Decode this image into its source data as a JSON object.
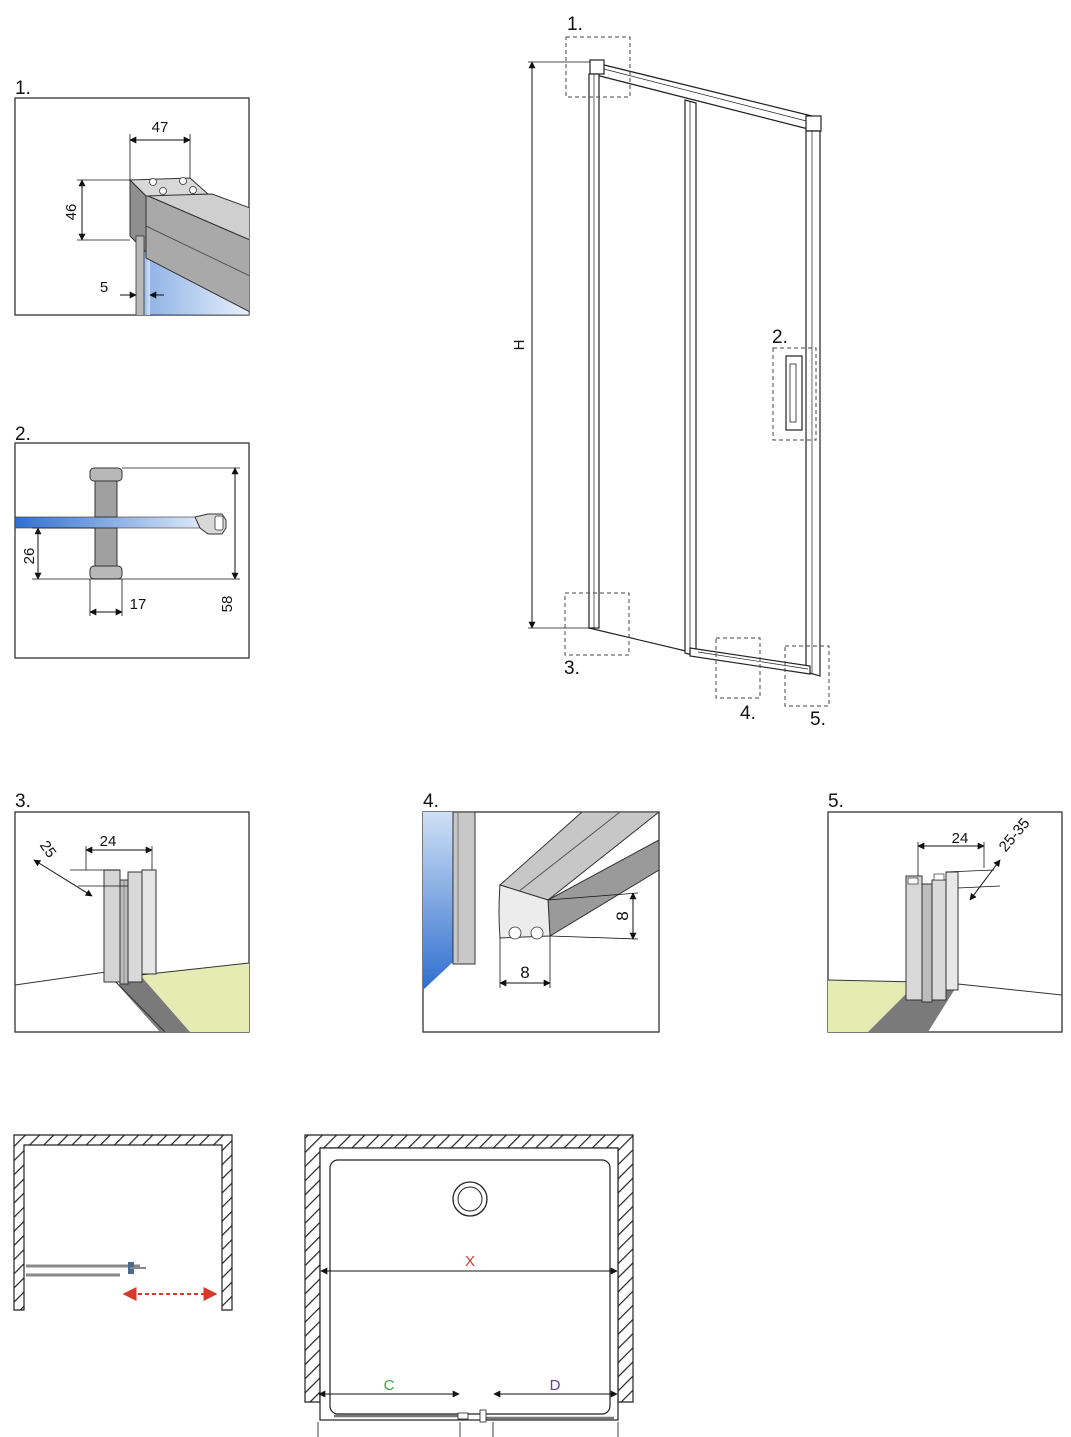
{
  "overview": {
    "callouts": [
      "1.",
      "2.",
      "3.",
      "4.",
      "5."
    ],
    "height_label": "H"
  },
  "details": [
    {
      "label": "1.",
      "dims": [
        "47",
        "46",
        "5"
      ]
    },
    {
      "label": "2.",
      "dims": [
        "26",
        "17",
        "58"
      ]
    },
    {
      "label": "3.",
      "dims": [
        "25",
        "24"
      ]
    },
    {
      "label": "4.",
      "dims": [
        "8",
        "8"
      ]
    },
    {
      "label": "5.",
      "dims": [
        "24",
        "25-35"
      ]
    }
  ],
  "plan": {
    "width_label": "X",
    "opening_labels": [
      "C",
      "D"
    ],
    "colors": {
      "x": "#d83a2a",
      "c": "#3aa63a",
      "d": "#6a3d9a",
      "arrow": "#d83a2a",
      "glass": "#4d8fd6",
      "floor": "#e4ecb4"
    }
  }
}
